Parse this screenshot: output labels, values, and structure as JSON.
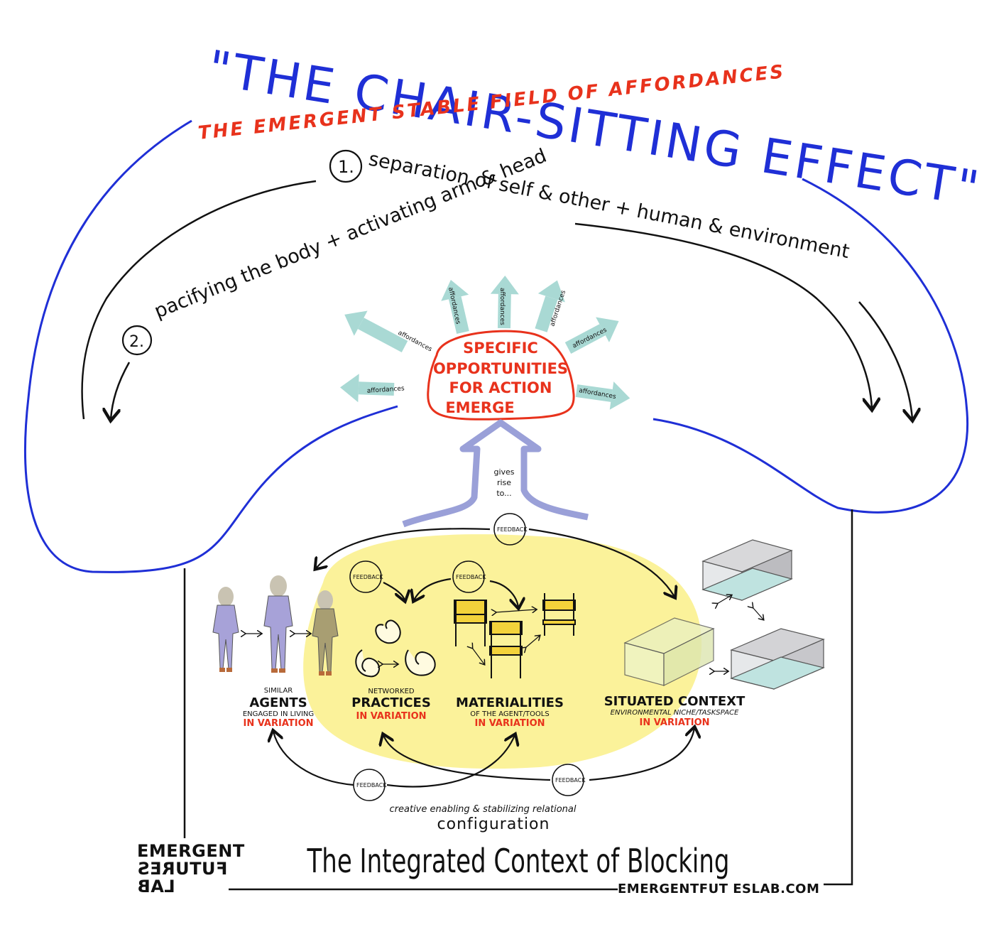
{
  "title": "\"THE CHAIR-SITTING EFFECT\"",
  "subtitle": "THE EMERGENT STABLE FIELD OF AFFORDANCES",
  "effects": [
    {
      "number": "1.",
      "text": "separation of self & other + human & environment"
    },
    {
      "number": "2.",
      "text": "pacifying the body + activating arm & head"
    }
  ],
  "center_node": {
    "lines": [
      "SPECIFIC",
      "OPPORTUNITIES",
      "FOR ACTION",
      "EMERGE"
    ]
  },
  "affordance_label": "affordances",
  "gives_rise": [
    "gives",
    "rise",
    "to..."
  ],
  "feedback_label": "FEEDBACK",
  "elements": [
    {
      "pre": "SIMILAR",
      "name": "AGENTS",
      "sub": "ENGAGED IN LIVING",
      "variation": "IN VARIATION"
    },
    {
      "pre": "NETWORKED",
      "name": "PRACTICES",
      "sub": "",
      "variation": "IN VARIATION"
    },
    {
      "pre": "",
      "name": "MATERIALITIES",
      "sub": "OF THE AGENT/TOOLS",
      "variation": "IN VARIATION"
    },
    {
      "pre": "",
      "name": "SITUATED CONTEXT",
      "sub": "ENVIRONMENTAL NICHE/TASKSPACE",
      "variation": "IN VARIATION"
    }
  ],
  "configuration": {
    "line1": "creative enabling & stabilizing relational",
    "line2": "configuration"
  },
  "bottom_title": "The Integrated Context of Blocking",
  "url": "EMERGENTFUT ESLAB.COM",
  "logo": [
    "EMERGENT",
    "FUTURES",
    "LAB"
  ],
  "colors": {
    "blue": "#1f2fd6",
    "red": "#e8321c",
    "black": "#111111",
    "teal": "#a9d9d4",
    "yellow": "#fbf29a",
    "purple": "#9aa0d8"
  }
}
